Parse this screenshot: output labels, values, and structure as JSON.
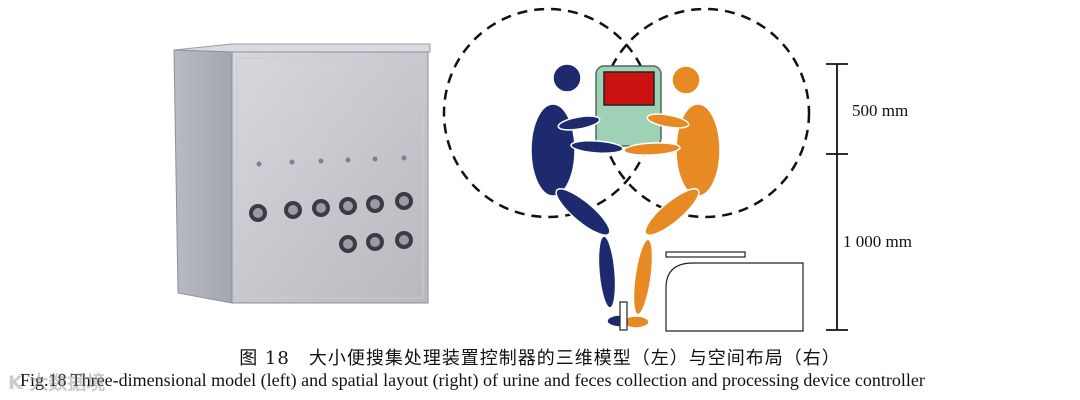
{
  "figure": {
    "left_image": "3D model of controller enclosure (grey metal box with knob buttons)",
    "right_image": "Spatial layout with two figures around device",
    "dimension_upper": "500 mm",
    "dimension_lower": "1 000 mm"
  },
  "caption": {
    "chinese": "图 18　大小便搜集处理装置控制器的三维模型（左）与空间布局（右）",
    "english": "Fig.18 Three-dimensional model (left) and spatial layout (right) of urine and feces collection and processing device controller"
  },
  "watermark": "K 大数据境",
  "colors": {
    "figure_left": "#1e2a6e",
    "figure_right": "#e88a24",
    "device_top": "#cc1111",
    "device_body": "#9fd1b6",
    "box": "#c4c6cc"
  }
}
